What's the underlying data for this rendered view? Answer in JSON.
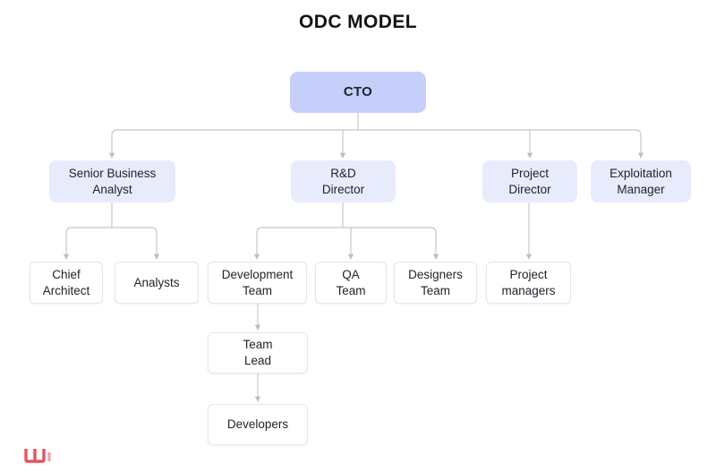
{
  "title": "ODC MODEL",
  "nodes": {
    "cto": {
      "label": "CTO",
      "lines": [
        "CTO"
      ]
    },
    "senior_business_analyst": {
      "label": "Senior Business Analyst",
      "lines": [
        "Senior Business",
        "Analyst"
      ]
    },
    "rd_director": {
      "label": "R&D Director",
      "lines": [
        "R&D",
        "Director"
      ]
    },
    "project_director": {
      "label": "Project Director",
      "lines": [
        "Project",
        "Director"
      ]
    },
    "exploitation_manager": {
      "label": "Exploitation Manager",
      "lines": [
        "Exploitation",
        "Manager"
      ]
    },
    "chief_architect": {
      "label": "Chief Architect",
      "lines": [
        "Chief",
        "Architect"
      ]
    },
    "analysts": {
      "label": "Analysts",
      "lines": [
        "Analysts"
      ]
    },
    "development_team": {
      "label": "Development Team",
      "lines": [
        "Development",
        "Team"
      ]
    },
    "qa_team": {
      "label": "QA Team",
      "lines": [
        "QA",
        "Team"
      ]
    },
    "designers_team": {
      "label": "Designers Team",
      "lines": [
        "Designers",
        "Team"
      ]
    },
    "project_managers": {
      "label": "Project managers",
      "lines": [
        "Project",
        "managers"
      ]
    },
    "team_lead": {
      "label": "Team Lead",
      "lines": [
        "Team",
        "Lead"
      ]
    },
    "developers": {
      "label": "Developers",
      "lines": [
        "Developers"
      ]
    }
  },
  "edges": [
    {
      "from": "CTO",
      "to": "Senior Business Analyst"
    },
    {
      "from": "CTO",
      "to": "R&D Director"
    },
    {
      "from": "CTO",
      "to": "Project Director"
    },
    {
      "from": "CTO",
      "to": "Exploitation Manager"
    },
    {
      "from": "Senior Business Analyst",
      "to": "Chief Architect"
    },
    {
      "from": "Senior Business Analyst",
      "to": "Analysts"
    },
    {
      "from": "R&D Director",
      "to": "Development Team"
    },
    {
      "from": "R&D Director",
      "to": "QA Team"
    },
    {
      "from": "R&D Director",
      "to": "Designers Team"
    },
    {
      "from": "Project Director",
      "to": "Project managers"
    },
    {
      "from": "Development Team",
      "to": "Team Lead"
    },
    {
      "from": "Team Lead",
      "to": "Developers"
    }
  ],
  "colors": {
    "root_fill": "#c5cffa",
    "branch_fill": "#e8ebfc",
    "leaf_fill": "#ffffff",
    "leaf_border": "#e5e5ec",
    "line": "#c7c7cc",
    "text": "#20242c",
    "watermark": "#e2565f"
  }
}
